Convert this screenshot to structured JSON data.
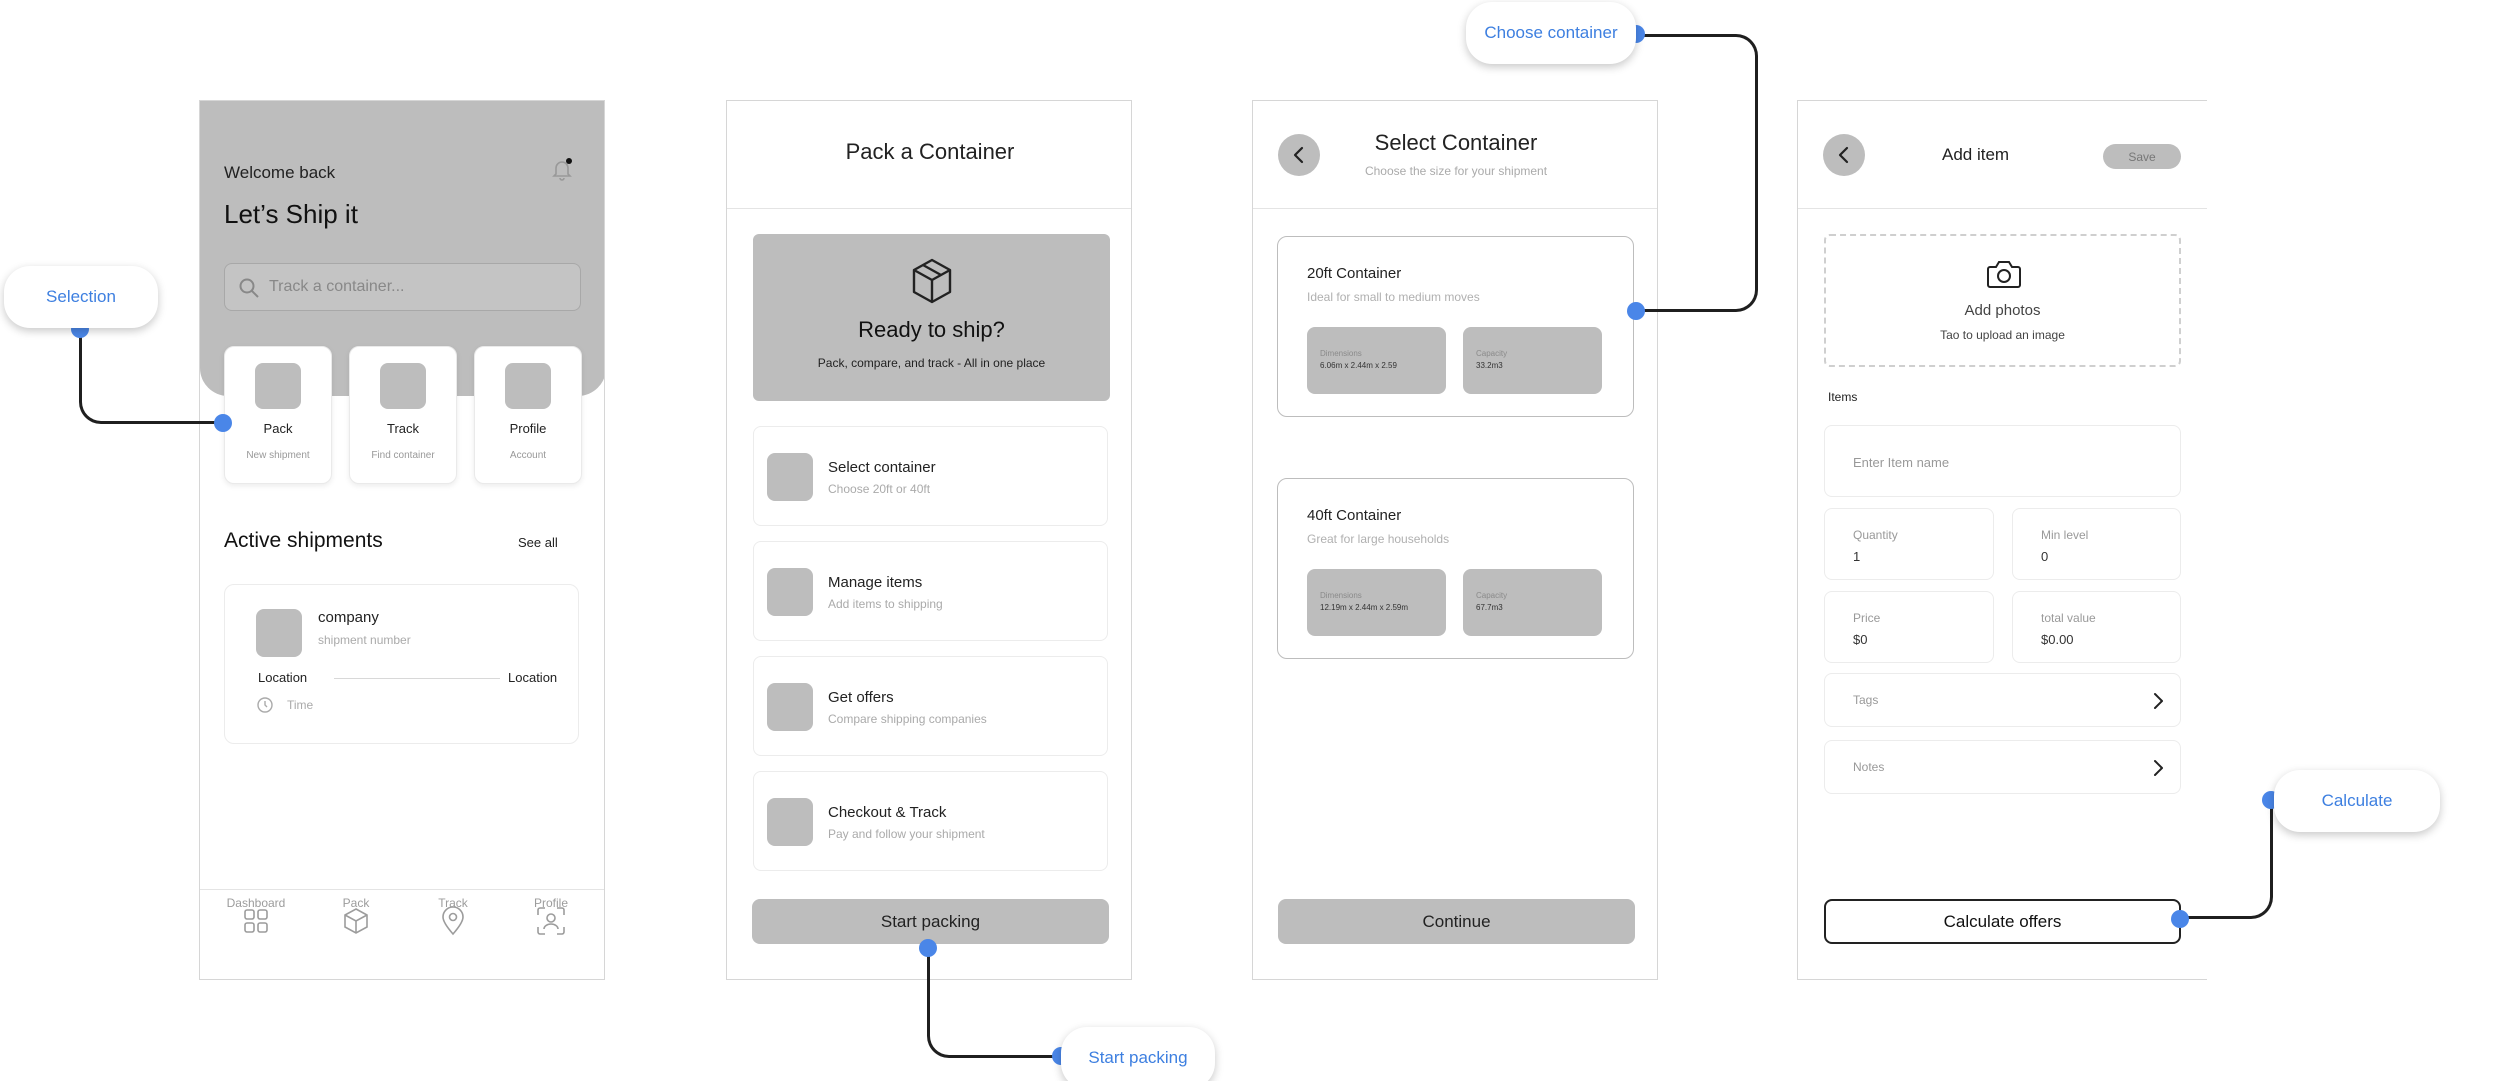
{
  "callouts": {
    "selection": "Selection",
    "start_packing": "Start packing",
    "choose_container": "Choose container",
    "calculate": "Calculate"
  },
  "home": {
    "welcome": "Welcome back",
    "title": "Let’s Ship it",
    "search_placeholder": "Track a container...",
    "tiles": [
      {
        "title": "Pack",
        "sub": "New shipment"
      },
      {
        "title": "Track",
        "sub": "Find container"
      },
      {
        "title": "Profile",
        "sub": "Account"
      }
    ],
    "section_title": "Active shipments",
    "see_all": "See all",
    "shipment": {
      "company": "company",
      "number": "shipment number",
      "from": "Location",
      "to": "Location",
      "time": "Time"
    },
    "nav": [
      "Dashboard",
      "Pack",
      "Track",
      "Profile"
    ]
  },
  "pack": {
    "header": "Pack a Container",
    "hero_title": "Ready to ship?",
    "hero_sub": "Pack, compare, and track - All in one place",
    "steps": [
      {
        "title": "Select container",
        "sub": "Choose 20ft or 40ft"
      },
      {
        "title": "Manage items",
        "sub": "Add items to shipping"
      },
      {
        "title": "Get offers",
        "sub": "Compare shipping companies"
      },
      {
        "title": "Checkout & Track",
        "sub": "Pay and follow your shipment"
      }
    ],
    "button": "Start packing"
  },
  "select": {
    "title": "Select Container",
    "subtitle": "Choose the size for your shipment",
    "containers": [
      {
        "name": "20ft Container",
        "desc": "Ideal for small to medium moves",
        "dim_label": "Dimensions",
        "dim": "6.06m x 2.44m x 2.59",
        "cap_label": "Capacity",
        "cap": "33.2m3"
      },
      {
        "name": "40ft Container",
        "desc": "Great for large households",
        "dim_label": "Dimensions",
        "dim": "12.19m x 2.44m x 2.59m",
        "cap_label": "Capacity",
        "cap": "67.7m3"
      }
    ],
    "button": "Continue"
  },
  "add_item": {
    "title": "Add item",
    "save": "Save",
    "photos_title": "Add photos",
    "photos_sub": "Tao to upload an image",
    "items_label": "Items",
    "item_placeholder": "Enter Item name",
    "quantity_label": "Quantity",
    "quantity_value": "1",
    "min_label": "Min level",
    "min_value": "0",
    "price_label": "Price",
    "price_value": "$0",
    "total_label": "total value",
    "total_value": "$0.00",
    "tags": "Tags",
    "notes": "Notes",
    "button": "Calculate offers"
  },
  "colors": {
    "accent": "#4a86e8",
    "callout_text": "#3d7fe0",
    "placeholder_gray": "#bdbdbd"
  }
}
